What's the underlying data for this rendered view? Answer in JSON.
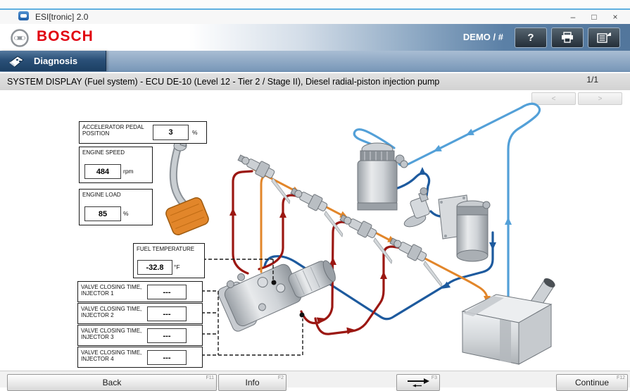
{
  "window": {
    "title": "ESI[tronic] 2.0",
    "minimize": "–",
    "maximize": "□",
    "close": "×"
  },
  "header": {
    "brand": "BOSCH",
    "session": "DEMO / #",
    "help_label": "?"
  },
  "nav": {
    "tab": "Diagnosis"
  },
  "page": {
    "title": "SYSTEM DISPLAY (Fuel system) - ECU DE-10 (Level 12 - Tier 2 / Stage II), Diesel radial-piston injection pump",
    "pager": "1/1",
    "pager_prev": "<",
    "pager_next": ">"
  },
  "measurements": {
    "accel": {
      "label": "ACCELERATOR PEDAL POSITION",
      "value": "3",
      "unit": "%"
    },
    "engine_speed": {
      "label": "ENGINE SPEED",
      "value": "484",
      "unit": "rpm"
    },
    "engine_load": {
      "label": "ENGINE LOAD",
      "value": "85",
      "unit": "%"
    },
    "fuel_temp": {
      "label": "FUEL TEMPERATURE",
      "value": "-32.8",
      "unit": "°F"
    },
    "injectors": [
      {
        "label": "VALVE CLOSING TIME, INJECTOR 1",
        "value": "---"
      },
      {
        "label": "VALVE CLOSING TIME, INJECTOR 2",
        "value": "---"
      },
      {
        "label": "VALVE CLOSING TIME, INJECTOR 3",
        "value": "---"
      },
      {
        "label": "VALVE CLOSING TIME, INJECTOR 4",
        "value": "---"
      }
    ]
  },
  "footer": {
    "buttons": [
      {
        "label": "Back",
        "fkey": "F11"
      },
      {
        "label": "Info",
        "fkey": "F2"
      },
      {
        "label": "",
        "fkey": "F3",
        "icon": "step-arrow"
      },
      {
        "label": "Continue",
        "fkey": "F12"
      }
    ]
  },
  "colors": {
    "bosch_red": "#e1000f",
    "header_blue": "#52769c",
    "tab_blue": "#1c3f63",
    "line_return_red": "#9b1712",
    "line_leakoff_orange": "#e2862a",
    "line_supply_light_blue": "#53a0d8",
    "line_supply_dark_blue": "#1d5a9e"
  }
}
